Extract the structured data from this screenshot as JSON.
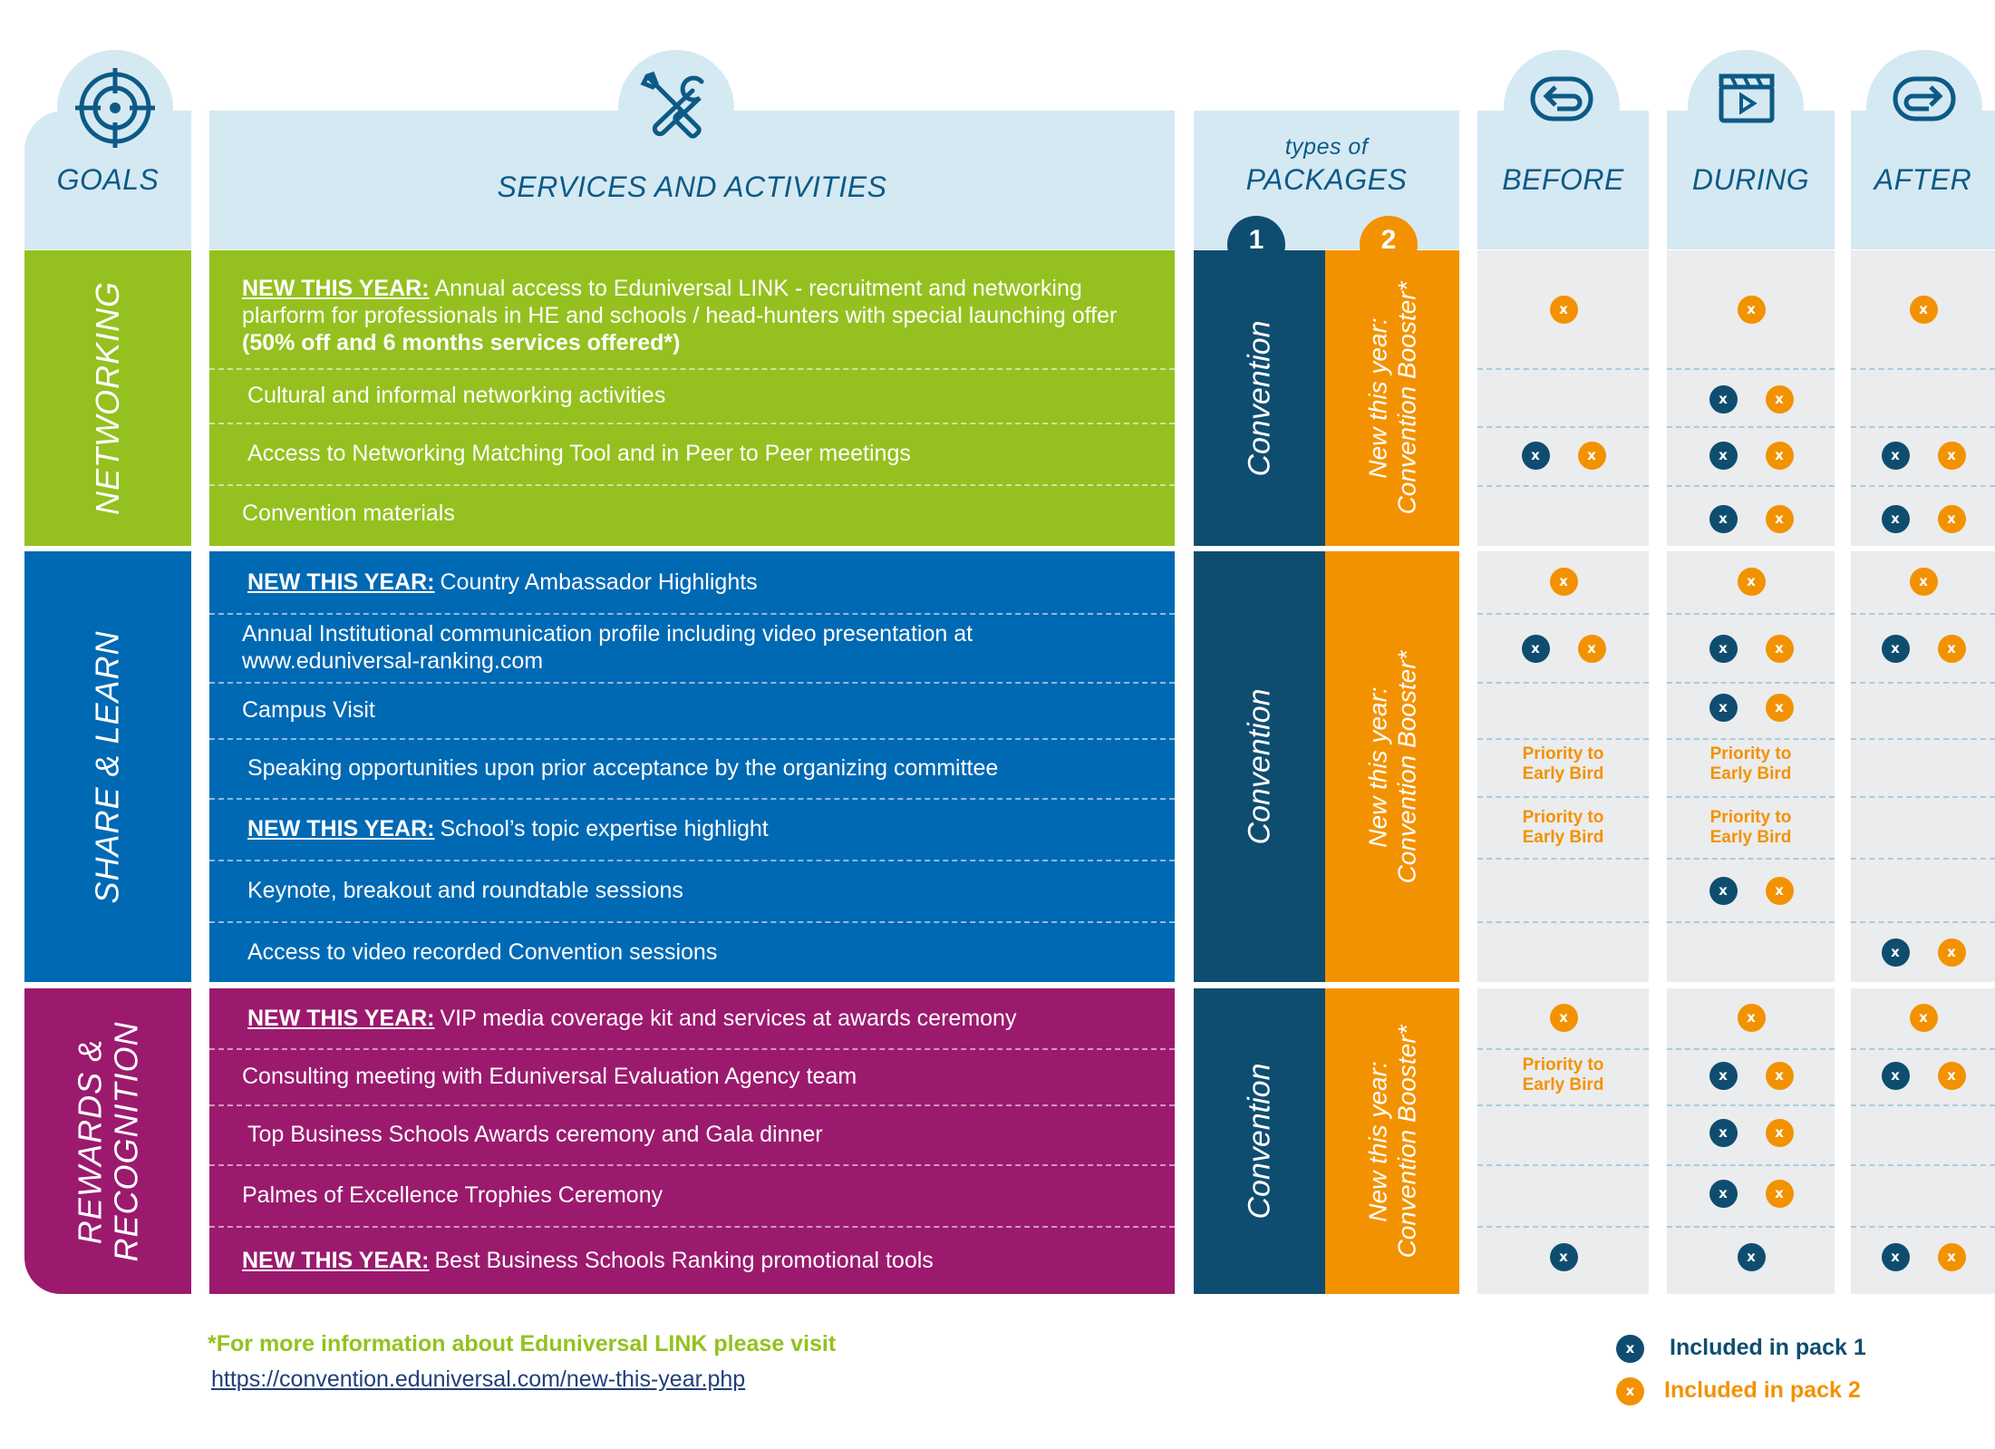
{
  "headers": {
    "goals": "GOALS",
    "services": "SERVICES AND ACTIVITIES",
    "packages_small": "types of",
    "packages": "PACKAGES",
    "package_1_num": "1",
    "package_2_num": "2",
    "before": "BEFORE",
    "during": "DURING",
    "after": "AFTER"
  },
  "icons": {
    "goals": "target-icon",
    "services": "tools-icon",
    "before": "arrow-back-icon",
    "during": "video-clapper-icon",
    "after": "arrow-forward-icon"
  },
  "colors": {
    "header_bg": "#d5e9f3",
    "header_text": "#0d5a86",
    "networking": "#94c11f",
    "share_learn": "#0069b4",
    "rewards": "#9b1a6e",
    "pack1": "#0f4d70",
    "pack2": "#f39200",
    "phase_bg": "#ebeced"
  },
  "mark_glyph": "x",
  "sections": [
    {
      "goal": "NETWORKING",
      "package_1": "Convention",
      "package_2_line1": "New this year:",
      "package_2_line2": "Convention Booster*",
      "rows": [
        {
          "new": "NEW THIS YEAR:",
          "text": "Annual access to Eduniversal LINK - recruitment and networking plarform for professionals in HE and schools / head-hunters with special launching offer ",
          "bold": "(50% off and 6 months services offered*)"
        },
        {
          "new": "",
          "text": "Cultural and informal networking activities"
        },
        {
          "new": "",
          "text": "Access to Networking Matching Tool and in Peer to Peer meetings"
        },
        {
          "new": "",
          "text": "Convention materials"
        }
      ]
    },
    {
      "goal": "SHARE & LEARN",
      "package_1": "Convention",
      "package_2_line1": "New this year:",
      "package_2_line2": "Convention Booster*",
      "rows": [
        {
          "new": "NEW THIS YEAR:",
          "text": "Country Ambassador Highlights"
        },
        {
          "new": "",
          "text": "Annual Institutional communication profile including video presentation at www.eduniversal-ranking.com"
        },
        {
          "new": "",
          "text": "Campus Visit"
        },
        {
          "new": "",
          "text": "Speaking opportunities upon prior acceptance by the organizing committee"
        },
        {
          "new": "NEW THIS YEAR:",
          "text": "School’s topic expertise highlight"
        },
        {
          "new": "",
          "text": "Keynote, breakout and roundtable sessions"
        },
        {
          "new": "",
          "text": "Access to video recorded Convention sessions"
        }
      ]
    },
    {
      "goal_line1": "REWARDS &",
      "goal_line2": "RECOGNITION",
      "package_1": "Convention",
      "package_2_line1": "New this year:",
      "package_2_line2": "Convention Booster*",
      "rows": [
        {
          "new": "NEW THIS YEAR:",
          "text": "VIP media coverage kit and services at awards ceremony"
        },
        {
          "new": "",
          "text": "Consulting meeting with Eduniversal Evaluation Agency team"
        },
        {
          "new": "",
          "text": "Top Business Schools Awards ceremony and Gala dinner"
        },
        {
          "new": "",
          "text": "Palmes of Excellence Trophies Ceremony"
        },
        {
          "new": "NEW THIS YEAR:",
          "text": "Best Business Schools Ranking promotional tools"
        }
      ]
    }
  ],
  "early_bird_line1": "Priority to",
  "early_bird_line2": "Early Bird",
  "inclusion": [
    {
      "before": "2",
      "during": "2",
      "after": "2"
    },
    {
      "before": "",
      "during": "12",
      "after": ""
    },
    {
      "before": "12",
      "during": "12",
      "after": "12"
    },
    {
      "before": "",
      "during": "12",
      "after": "12"
    },
    {
      "before": "2",
      "during": "2",
      "after": "2"
    },
    {
      "before": "12",
      "during": "12",
      "after": "12"
    },
    {
      "before": "",
      "during": "12",
      "after": ""
    },
    {
      "before": "EB",
      "during": "EB",
      "after": ""
    },
    {
      "before": "EB",
      "during": "EB",
      "after": ""
    },
    {
      "before": "",
      "during": "12",
      "after": ""
    },
    {
      "before": "",
      "during": "",
      "after": "12"
    },
    {
      "before": "2",
      "during": "2",
      "after": "2"
    },
    {
      "before": "EB",
      "during": "12",
      "after": "12"
    },
    {
      "before": "",
      "during": "12",
      "after": ""
    },
    {
      "before": "",
      "during": "12",
      "after": ""
    },
    {
      "before": "1",
      "during": "1",
      "after": "12"
    }
  ],
  "footer": {
    "note": "*For more information about Eduniversal LINK please visit",
    "link": "https://convention.eduniversal.com/new-this-year.php"
  },
  "legend": {
    "pack1": "Included in pack 1",
    "pack2": "Included in pack 2"
  }
}
